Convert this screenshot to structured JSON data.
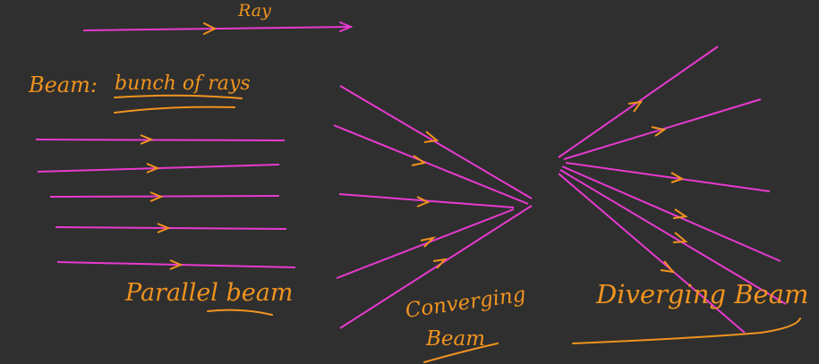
{
  "colors": {
    "background": "#2f2f2f",
    "ray": "#e83ad0",
    "ink": "#f0941f"
  },
  "labels": {
    "ray": "Ray",
    "beam_prefix": "Beam:",
    "beam_definition": "bunch of rays",
    "parallel": "Parallel beam",
    "converging_line1": "Converging",
    "converging_line2": "Beam",
    "diverging": "Diverging Beam"
  }
}
